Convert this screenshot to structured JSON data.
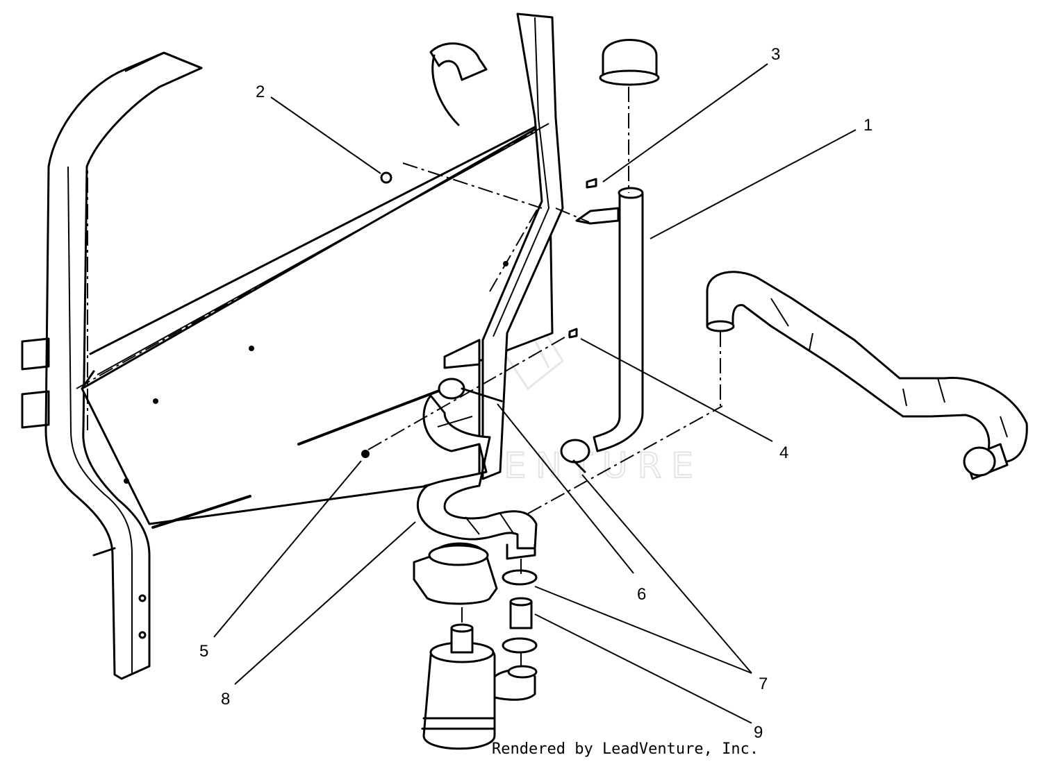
{
  "callouts": [
    {
      "id": "1",
      "label": "1"
    },
    {
      "id": "2",
      "label": "2"
    },
    {
      "id": "3",
      "label": "3"
    },
    {
      "id": "4",
      "label": "4"
    },
    {
      "id": "5",
      "label": "5"
    },
    {
      "id": "6",
      "label": "6"
    },
    {
      "id": "7",
      "label": "7"
    },
    {
      "id": "8",
      "label": "8"
    },
    {
      "id": "9",
      "label": "9"
    }
  ],
  "watermark": "LEADVENTURE",
  "credit": "Rendered by LeadVenture, Inc."
}
